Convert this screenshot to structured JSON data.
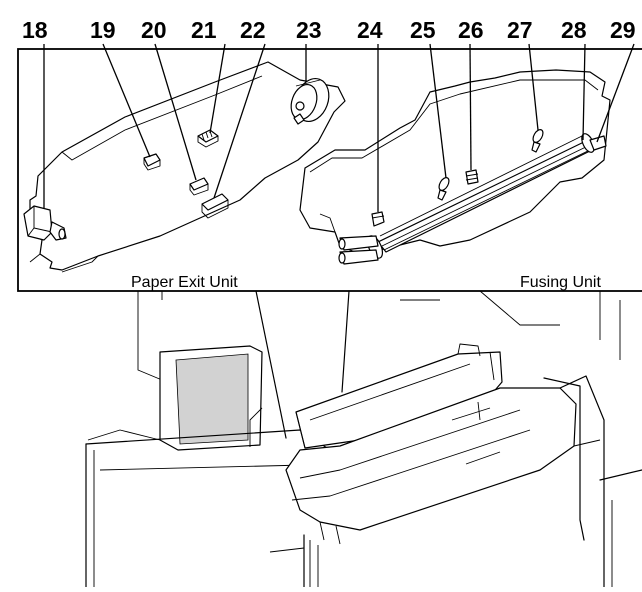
{
  "callouts": [
    {
      "id": "18",
      "label": "18"
    },
    {
      "id": "19",
      "label": "19"
    },
    {
      "id": "20",
      "label": "20"
    },
    {
      "id": "21",
      "label": "21"
    },
    {
      "id": "22",
      "label": "22"
    },
    {
      "id": "23",
      "label": "23"
    },
    {
      "id": "24",
      "label": "24"
    },
    {
      "id": "25",
      "label": "25"
    },
    {
      "id": "26",
      "label": "26"
    },
    {
      "id": "27",
      "label": "27"
    },
    {
      "id": "28",
      "label": "28"
    },
    {
      "id": "29",
      "label": "29"
    }
  ],
  "units": {
    "paper_exit": "Paper Exit Unit",
    "fusing": "Fusing Unit"
  }
}
